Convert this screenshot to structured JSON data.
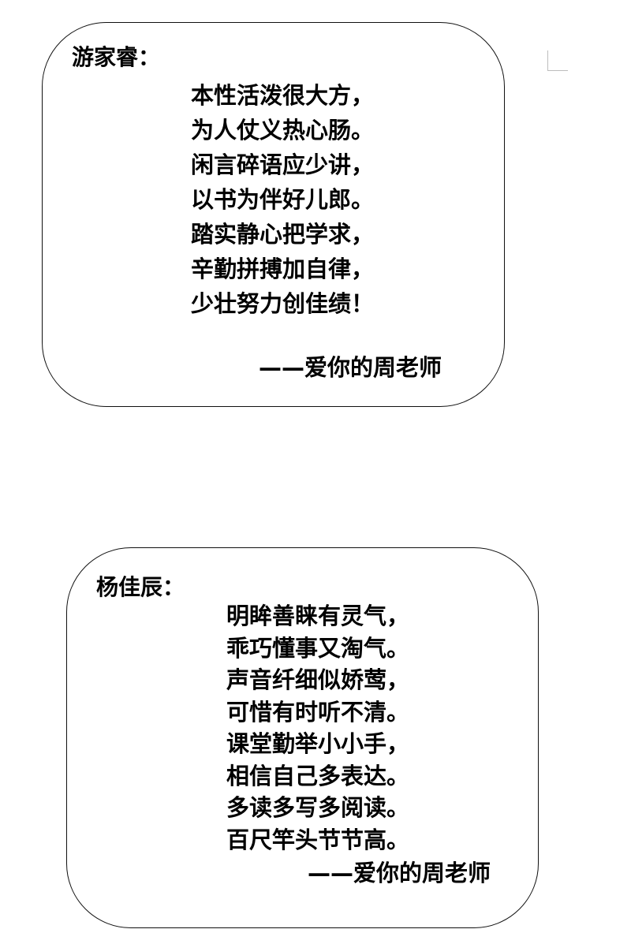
{
  "page": {
    "corner_mark": "page-corner-crop-mark"
  },
  "cards": [
    {
      "name": "游家睿：",
      "lines": [
        "本性活泼很大方，",
        "为人仗义热心肠。",
        "闲言碎语应少讲，",
        "以书为伴好儿郎。",
        "踏实静心把学求，",
        "辛勤拼搏加自律，",
        "少壮努力创佳绩！"
      ],
      "signature": "——爱你的周老师"
    },
    {
      "name": "杨佳辰：",
      "lines": [
        "明眸善睐有灵气，",
        "乖巧懂事又淘气。",
        "声音纤细似娇莺，",
        "可惜有时听不清。",
        "课堂勤举小小手，",
        "相信自己多表达。",
        "多读多写多阅读。",
        "百尺竿头节节高。"
      ],
      "signature": "——爱你的周老师"
    }
  ]
}
